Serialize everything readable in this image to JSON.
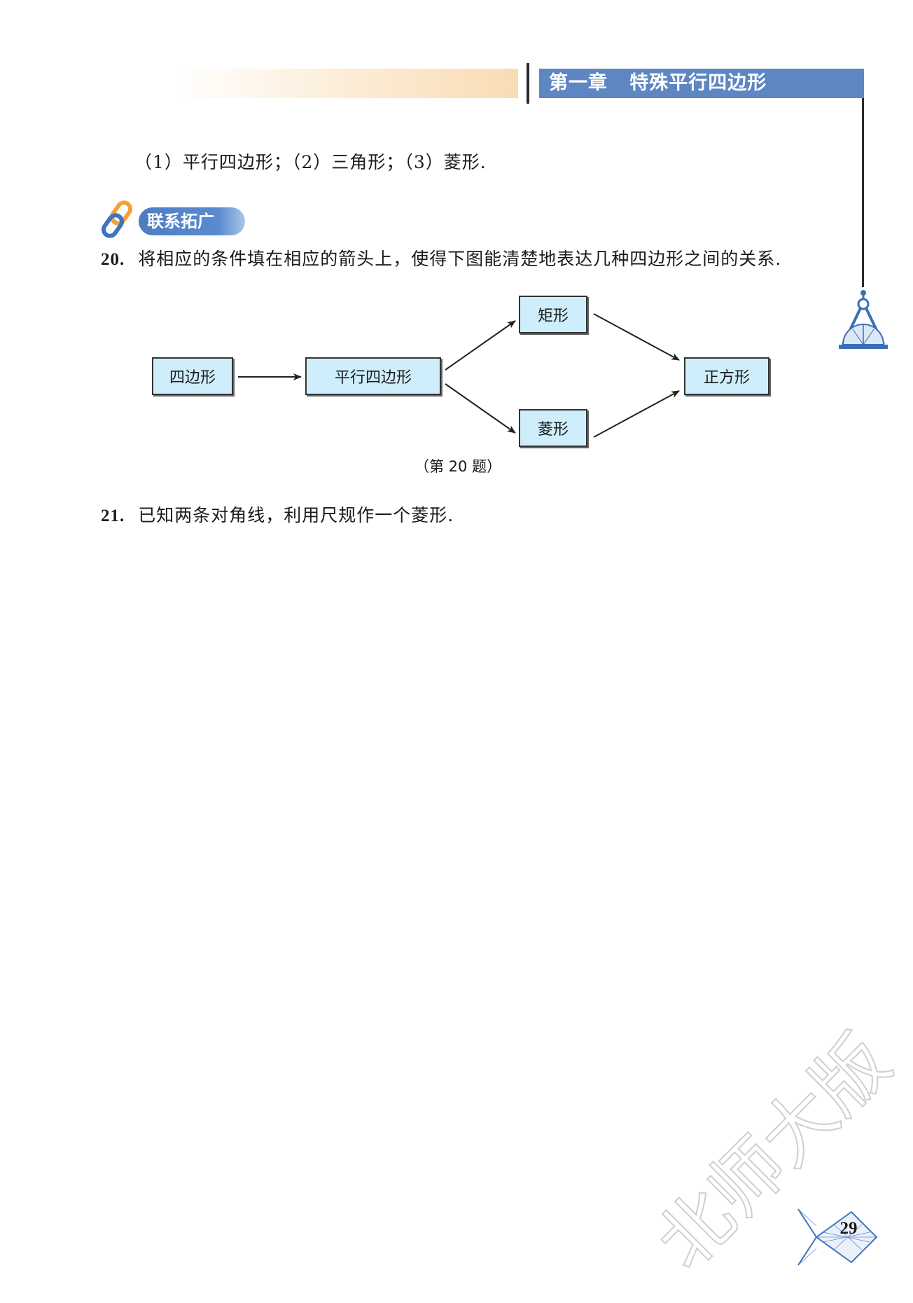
{
  "header": {
    "chapter": "第一章",
    "title": "特殊平行四边形"
  },
  "answer_line": "（1）平行四边形；（2）三角形；（3）菱形.",
  "section_tag": "联系拓广",
  "q20": {
    "number": "20.",
    "text": "将相应的条件填在相应的箭头上，使得下图能清楚地表达几种四边形之间的关系."
  },
  "diagram": {
    "nodes": {
      "quad": "四边形",
      "parallelogram": "平行四边形",
      "rectangle": "矩形",
      "rhombus": "菱形",
      "square": "正方形"
    },
    "caption": "（第 20 题）"
  },
  "q21": {
    "number": "21.",
    "text": "已知两条对角线，利用尺规作一个菱形."
  },
  "watermark": "北师大版",
  "page_number": "29",
  "colors": {
    "header_bar": "#5d86c3",
    "node_fill": "#cfeefb",
    "tag_blue": "#4d7cc2"
  }
}
